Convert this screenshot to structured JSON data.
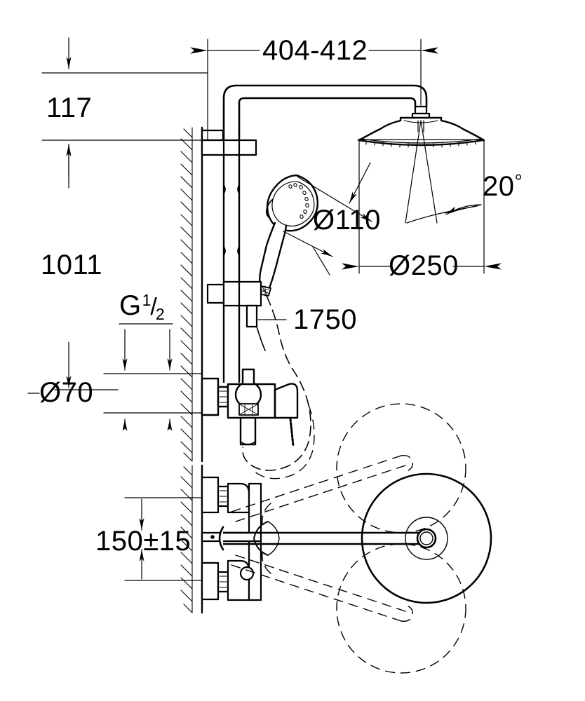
{
  "drawing": {
    "title": "Shower system dimensional drawing",
    "units": "mm",
    "line_color": "#000000",
    "background_color": "#ffffff"
  },
  "dimensions": {
    "head_offset_width": "404-412",
    "riser_top_to_inlet": "117",
    "inlet_to_mixer": "1011",
    "thread_spec_letter": "G",
    "thread_spec_num": "1",
    "thread_spec_slash": "/",
    "thread_spec_den": "2",
    "rosette_diameter": "Ø70",
    "hand_shower_diameter": "Ø110",
    "head_shower_diameter": "Ø250",
    "head_tilt_angle": "20",
    "degree_symbol": "°",
    "hose_length": "1750",
    "bath_mixer_centres": "150±15"
  },
  "labels": [
    {
      "id": "dim-404-412",
      "text": "404-412",
      "kind": "horizontal-dimension"
    },
    {
      "id": "dim-117",
      "text": "117",
      "kind": "vertical-dimension"
    },
    {
      "id": "dim-1011",
      "text": "1011",
      "kind": "vertical-dimension"
    },
    {
      "id": "dim-g-half",
      "text": "G 1/2",
      "kind": "thread-callout"
    },
    {
      "id": "dim-d70",
      "text": "Ø70",
      "kind": "diameter-dimension"
    },
    {
      "id": "dim-d110",
      "text": "Ø110",
      "kind": "diameter-dimension"
    },
    {
      "id": "dim-d250",
      "text": "Ø250",
      "kind": "diameter-dimension"
    },
    {
      "id": "dim-20deg",
      "text": "20°",
      "kind": "angle-dimension"
    },
    {
      "id": "dim-1750",
      "text": "1750",
      "kind": "leader-callout"
    },
    {
      "id": "dim-150pm15",
      "text": "150±15",
      "kind": "vertical-dimension"
    }
  ],
  "components": {
    "wall": "hatched-wall-section",
    "riser_pipe": "vertical-riser-pipe",
    "shower_arm": "bent-shower-arm",
    "head_shower": "round-head-shower",
    "hand_shower": "hand-shower",
    "shower_holder": "hand-shower-holder",
    "hose": "flexible-shower-hose",
    "mixer": "single-lever-shower-mixer",
    "bath_mixer": "wall-mounted-bath-mixer",
    "spout": "bath-spout-top-view",
    "swing_arcs": "spout-swivel-range-dashed"
  }
}
